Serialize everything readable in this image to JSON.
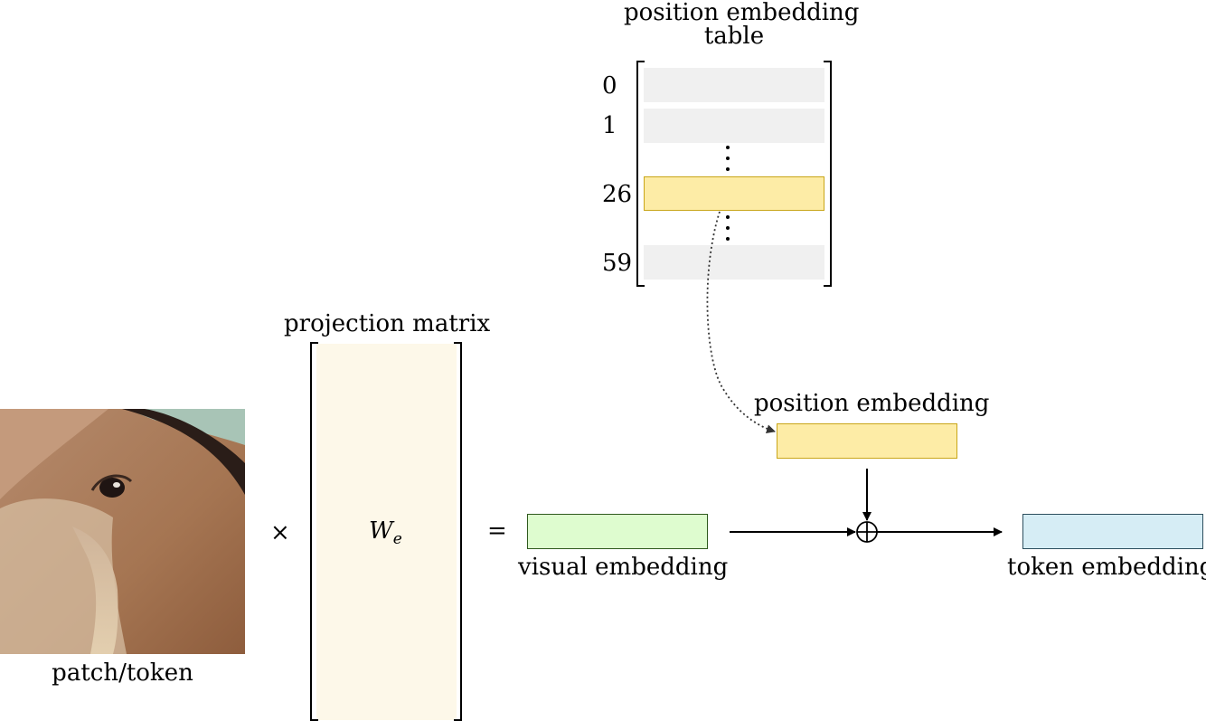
{
  "title_lines": [
    "position embedding",
    "table"
  ],
  "table_rows": [
    "0",
    "1",
    "26",
    "59"
  ],
  "highlighted_row": "26",
  "labels": {
    "projection_matrix": "projection matrix",
    "matrix_symbol": "W",
    "matrix_subscript": "e",
    "times_sign": "×",
    "equals_sign": "=",
    "patch": "patch/token",
    "visual_embedding": "visual embedding",
    "position_embedding": "position embedding",
    "token_embedding": "token embedding"
  },
  "colors": {
    "table_row": "#f0f0f0",
    "highlight_fill": "#fdeca6",
    "highlight_border": "#c9a619",
    "matrix_fill": "#fdf8e9",
    "visual_fill": "#defccf",
    "visual_border": "#2f5a1e",
    "token_fill": "#d6edf5",
    "token_border": "#2d4f5e"
  }
}
